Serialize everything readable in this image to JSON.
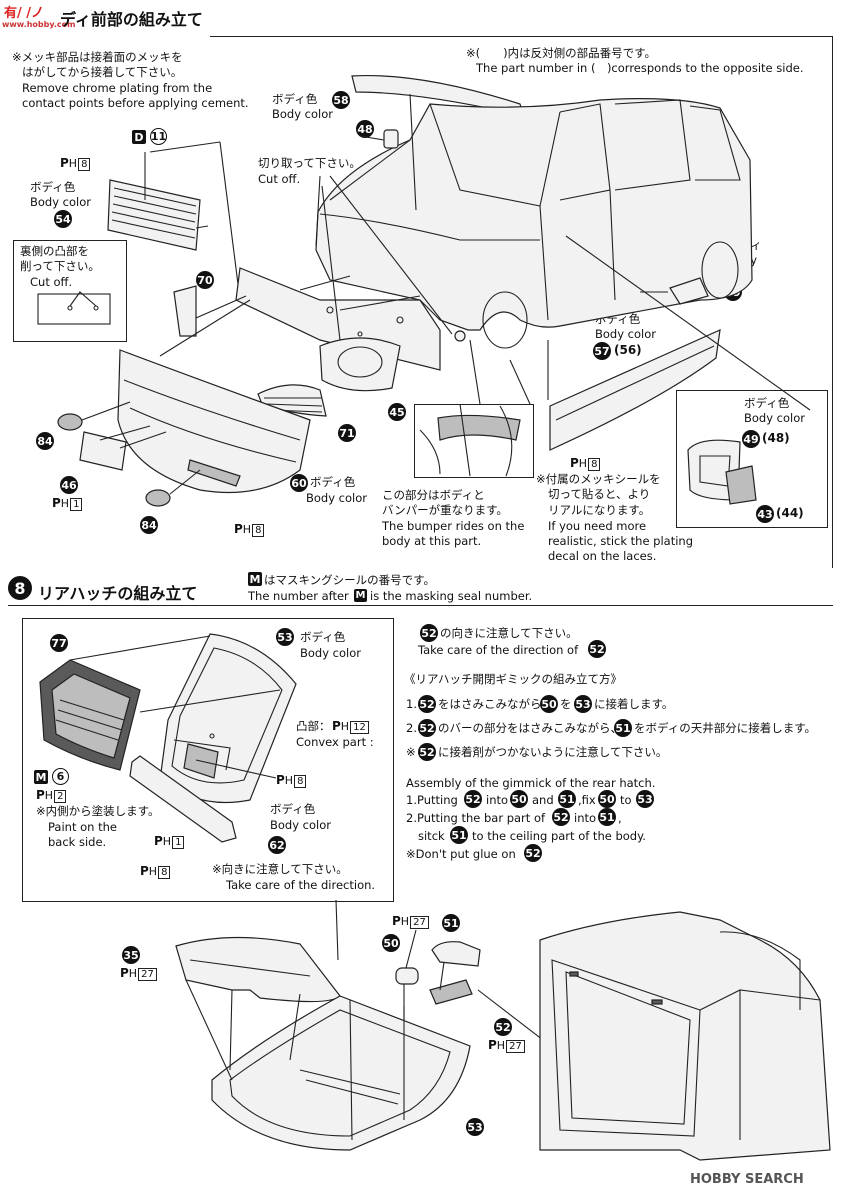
{
  "header": {
    "site_logo": "有/ /ノ",
    "site_domain": "www.hobby.com",
    "section7_title": "ディ前部の組み立て"
  },
  "section7": {
    "note_plating_jp": "※メッキ部品は接着面のメッキを",
    "note_plating_jp2": "はがしてから接着して下さい。",
    "note_plating_en1": "Remove chrome plating from the",
    "note_plating_en2": "contact points before applying cement.",
    "note_opposite_jp": "※(　　)内は反対側の部品番号です。",
    "note_opposite_en": "The part number in (　)corresponds to the opposite side.",
    "body_color_jp": "ボディ色",
    "body_color_en": "Body color",
    "cutoff_jp": "切り取って下さい。",
    "cutoff_en": "Cut off.",
    "rear_bump_jp1": "裏側の凸部を",
    "rear_bump_jp2": "削って下さい。",
    "rear_bump_en": "Cut off.",
    "body_jp": "ボディ",
    "body_en": "Body",
    "bumper_jp1": "この部分はボディと",
    "bumper_jp2": "バンパーが重なります。",
    "bumper_en1": "The bumper rides on the",
    "bumper_en2": "body at this part.",
    "decal_jp1": "※付属のメッキシールを",
    "decal_jp2": "切って貼ると、より",
    "decal_jp3": "リアルになります。",
    "decal_en1": "If you need more",
    "decal_en2": "realistic, stick the plating",
    "decal_en3": "decal on the laces.",
    "parts": {
      "p58": "58",
      "p48": "48",
      "p11": "11",
      "p54": "54",
      "p70": "70",
      "p84": "84",
      "p46": "46",
      "p71": "71",
      "p45": "45",
      "p60": "60",
      "p49": "49",
      "p57": "57",
      "p56": "(56)",
      "p49b": "49",
      "p48b": "(48)",
      "p43": "43",
      "p44": "(44)",
      "D": "D"
    },
    "ph_labels": {
      "ph8": "8",
      "ph1": "1",
      "ph8b": "8",
      "ph8c": "8"
    }
  },
  "section8": {
    "number": "8",
    "title": "リアハッチの組み立て",
    "mask_note_jp": "はマスキングシールの番号です。",
    "mask_note_en": "The number after",
    "mask_note_en2": "is the masking seal number.",
    "mask_letter": "M",
    "care_jp": "の向きに注意して下さい。",
    "care_en": "Take care of the direction of",
    "gimmick_title": "《リアハッチ開閉ギミックの組み立て方》",
    "step1_jp_a": "1.",
    "step1_jp_b": "をはさみこみながら、",
    "step1_jp_c": "を",
    "step1_jp_d": "に接着します。",
    "step2_jp_a": "2.",
    "step2_jp_b": "のバーの部分をはさみこみながら、",
    "step2_jp_c": "をボディの天井部分に接着します。",
    "step3_jp_a": "※",
    "step3_jp_b": "に接着剤がつかないように注意して下さい。",
    "gimmick_en_title": "Assembly of the gimmick of the rear hatch.",
    "g_en1_a": "1.Putting",
    "g_en1_b": "into",
    "g_en1_c": "and",
    "g_en1_d": ",fix",
    "g_en1_e": "to",
    "g_en2_a": "2.Putting the bar part of",
    "g_en2_b": "into",
    "g_en2_c": ",",
    "g_en3_a": "sitck",
    "g_en3_b": "to the ceiling part of the body.",
    "g_en4_a": "※Don't put glue on",
    "body_color_jp": "ボディ色",
    "body_color_en": "Body color",
    "convex_jp": "凸部：",
    "convex_en": "Convex part :",
    "paint_jp": "※内側から塗装します。",
    "paint_en1": "Paint on the",
    "paint_en2": "back side.",
    "direction_jp": "※向きに注意して下さい。",
    "direction_en": "Take care of the direction.",
    "parts": {
      "p77": "77",
      "p53": "53",
      "p62": "62",
      "p6": "6",
      "p35": "35",
      "p50": "50",
      "p51": "51",
      "p52": "52",
      "p53b": "53",
      "p52n": "52",
      "p50n": "50",
      "p51n": "51",
      "p53n": "53"
    },
    "ph_labels": {
      "ph12": "12",
      "ph8": "8",
      "ph2": "2",
      "ph1": "1",
      "ph8b": "8",
      "ph27": "27",
      "ph27b": "27",
      "ph27c": "27"
    }
  },
  "footer": {
    "watermark": "HOBBY SEARCH"
  }
}
